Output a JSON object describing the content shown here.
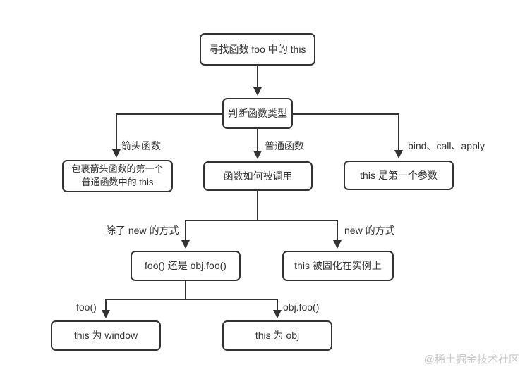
{
  "nodes": {
    "find_this": "寻找函数 foo 中的 this",
    "judge_type": "判断函数类型",
    "arrow_result_line1": "包裹箭头函数的第一个",
    "arrow_result_line2": "普通函数中的 this",
    "how_called": "函数如何被调用",
    "bind_result": "this 是第一个参数",
    "foo_or_objfoo": "foo() 还是 obj.foo()",
    "new_result": "this 被固化在实例上",
    "window_result": "this 为 window",
    "obj_result": "this 为 obj"
  },
  "edge_labels": {
    "arrow_fn": "箭头函数",
    "normal_fn": "普通函数",
    "bind_call_apply": "bind、call、apply",
    "except_new": "除了 new 的方式",
    "new_way": "new 的方式",
    "foo_call": "foo()",
    "obj_foo_call": "obj.foo()"
  },
  "watermark": "@稀土掘金技术社区",
  "colors": {
    "line": "#333333",
    "text": "#333333",
    "background": "#ffffff",
    "watermark": "#c9c9c9"
  }
}
